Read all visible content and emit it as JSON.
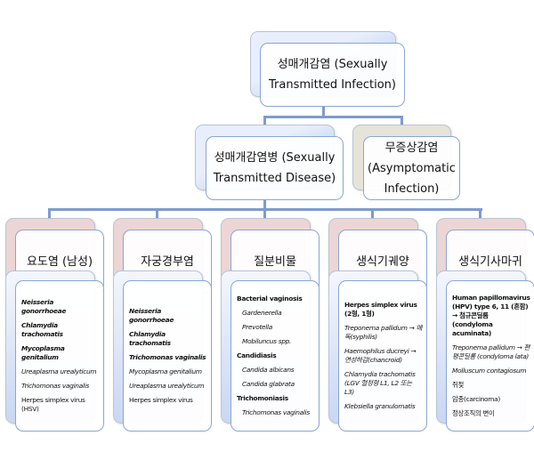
{
  "root": {
    "label": "성매개감염 (Sexually Transmitted Infection)"
  },
  "level2": [
    {
      "label": "성매개감염병 (Sexually Transmitted Disease)"
    },
    {
      "label": "무증상감염 (Asymptomatic Infection)"
    }
  ],
  "categories": [
    {
      "label": "요도염 (남성)",
      "items": [
        {
          "text": "Neisseria gonorrhoeae",
          "style": "b i"
        },
        {
          "text": "Chlamydia trachomatis",
          "style": "b i"
        },
        {
          "text": "Mycoplasma genitalium",
          "style": "b i"
        },
        {
          "text": "Ureaplasma urealyticum",
          "style": "i"
        },
        {
          "text": "Trichomonas vaginalis",
          "style": "i"
        },
        {
          "text": "Herpes simplex virus (HSV)",
          "style": ""
        }
      ]
    },
    {
      "label": "자궁경부염",
      "items": [
        {
          "text": "Neisseria gonorrhoeae",
          "style": "b i"
        },
        {
          "text": "Chlamydia trachomatis",
          "style": "b i"
        },
        {
          "text": "Trichomonas vaginalis",
          "style": "b i"
        },
        {
          "text": "Mycoplasma genitalium",
          "style": "i"
        },
        {
          "text": "Ureaplasma urealyticum",
          "style": "i"
        },
        {
          "text": "Herpes simplex virus",
          "style": ""
        }
      ]
    },
    {
      "label": "질분비물",
      "items": [
        {
          "text": "Bacterial vaginosis",
          "style": "b"
        },
        {
          "text": "Gardenerella",
          "style": "i ind"
        },
        {
          "text": "Prevotella",
          "style": "i ind"
        },
        {
          "text": "Mobiluncus spp.",
          "style": "i ind"
        },
        {
          "text": "Candidiasis",
          "style": "b"
        },
        {
          "text": "Candida albicans",
          "style": "i ind"
        },
        {
          "text": "Candida glabrata",
          "style": "i ind"
        },
        {
          "text": "Trichomoniasis",
          "style": "b"
        },
        {
          "text": "Trichomonas vaginalis",
          "style": "i ind"
        }
      ]
    },
    {
      "label": "생식기궤양",
      "items": [
        {
          "text": "Herpes simplex virus (2형, 1형)",
          "style": "b"
        },
        {
          "text": "Treponema pallidum → 매독(syphilis)",
          "style": "i"
        },
        {
          "text": "Haemophilus ducreyi → 연성하감(chancroid)",
          "style": "i"
        },
        {
          "text": "Chlamydia trachomatis (LGV 혈청형 L1, L2 또는 L3)",
          "style": "i"
        },
        {
          "text": "Klebsiella granulomatis",
          "style": "i"
        }
      ]
    },
    {
      "label": "생식기사마귀",
      "items": [
        {
          "text": "Human papillomavirus (HPV) type 6, 11 (흔함) → 첨규콘딜롬 (condyloma acuminata)",
          "style": "b"
        },
        {
          "text": "Treponema pallidum → 편평콘딜롬 (condyloma lata)",
          "style": "i"
        },
        {
          "text": "Molluscum contagiosum",
          "style": "i"
        },
        {
          "text": "쥐젖",
          "style": ""
        },
        {
          "text": "암종(carcinoma)",
          "style": ""
        },
        {
          "text": "정상조직의 변이",
          "style": ""
        }
      ]
    }
  ]
}
